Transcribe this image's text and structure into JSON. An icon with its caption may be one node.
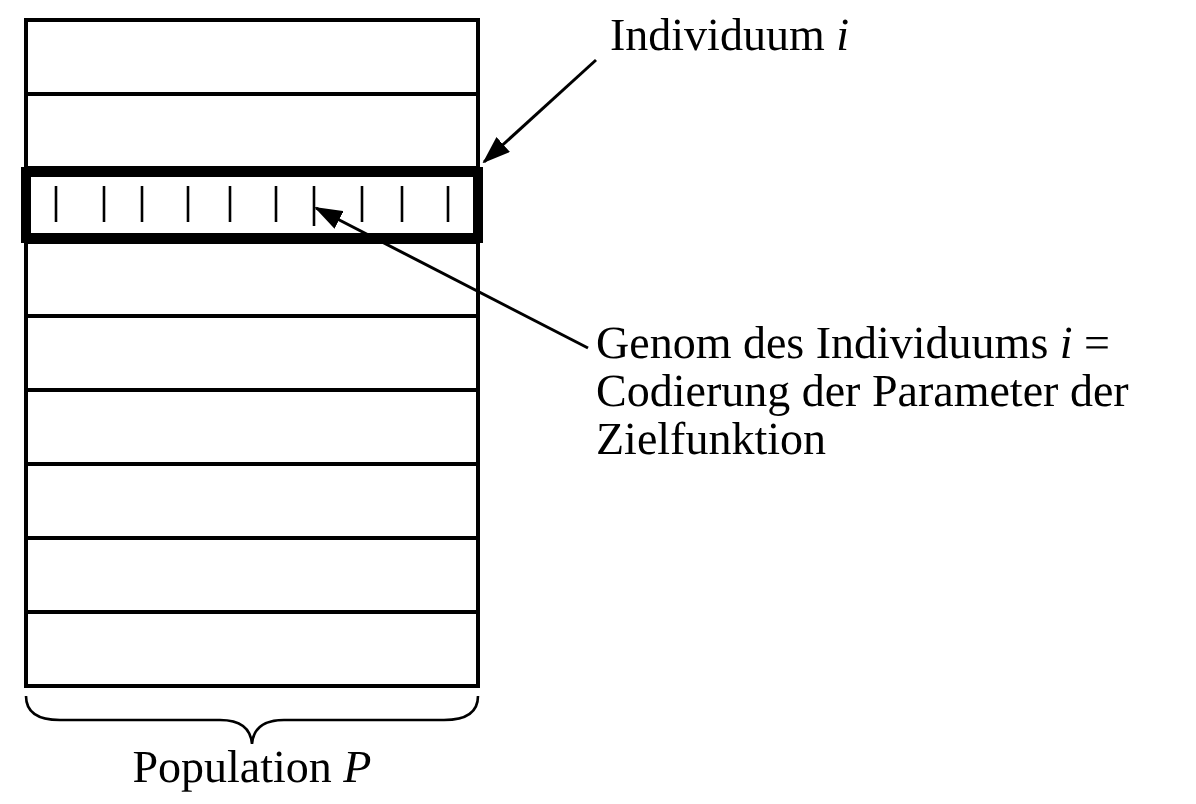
{
  "diagram": {
    "nodes": [
      {
        "text": [
          "Individuum *i*"
        ]
      },
      {
        "text": [],
        "shape": "box"
      },
      {
        "text": [
          "Genom des Individuums *i* = Codierung der Parameter der Zielfunktion"
        ]
      },
      {
        "text": [],
        "shape": "bar",
        "in": 1
      }
    ],
    "edges": [
      {
        "from": 0,
        "to": 1,
        "arrow": "to"
      },
      {
        "from": 2,
        "to": 3,
        "arrow": "to"
      }
    ],
    "labels": [
      "Population *P*"
    ]
  }
}
